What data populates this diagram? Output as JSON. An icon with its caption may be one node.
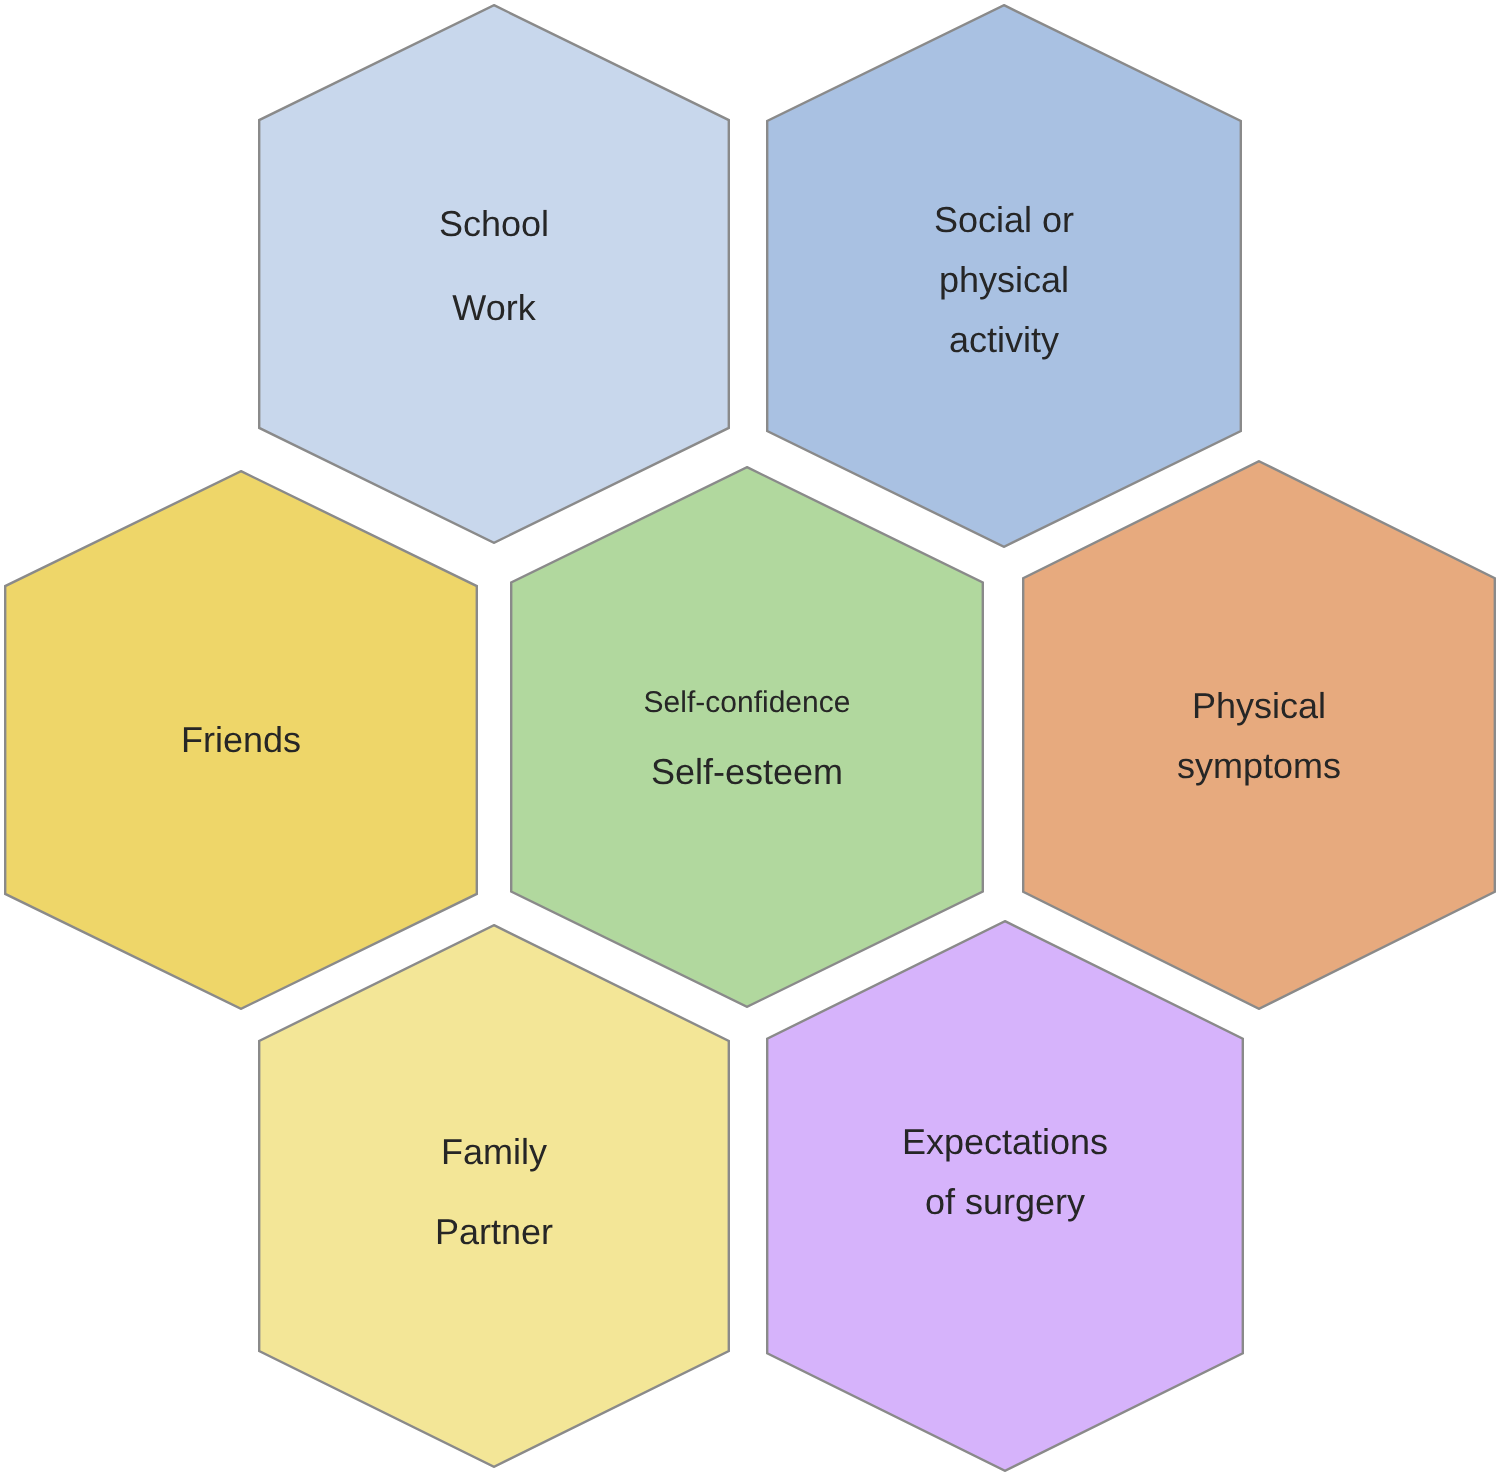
{
  "diagram": {
    "nodes": [
      {
        "text": [
          "School",
          "Work"
        ]
      },
      {
        "text": [
          "Social or physical activity"
        ]
      },
      {
        "text": [
          "Friends"
        ]
      },
      {
        "text": [
          "Self-confidence",
          "Self-esteem"
        ]
      },
      {
        "text": [
          "Physical symptoms"
        ]
      },
      {
        "text": [
          "Family",
          "Partner"
        ]
      },
      {
        "text": [
          "Expectations of surgery"
        ]
      }
    ],
    "edges": []
  }
}
